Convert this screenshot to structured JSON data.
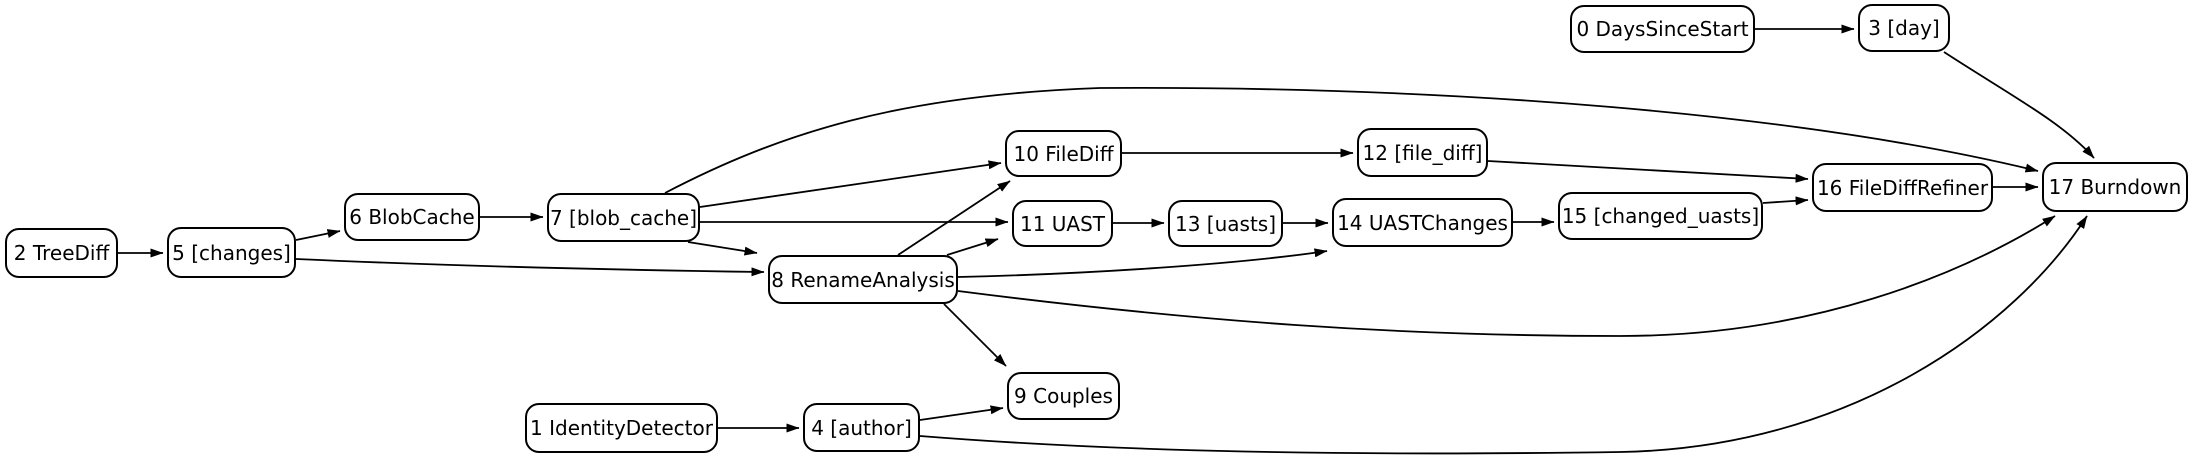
{
  "diagram": {
    "kind": "directed-graph",
    "background_color": "#ffffff",
    "node_fill_color": "#ffffff",
    "stroke_color": "#000000",
    "text_color": "#000000",
    "nodes": [
      {
        "id": "0",
        "label": "0 DaysSinceStart"
      },
      {
        "id": "1",
        "label": "1 IdentityDetector"
      },
      {
        "id": "2",
        "label": "2 TreeDiff"
      },
      {
        "id": "3",
        "label": "3 [day]"
      },
      {
        "id": "4",
        "label": "4 [author]"
      },
      {
        "id": "5",
        "label": "5 [changes]"
      },
      {
        "id": "6",
        "label": "6 BlobCache"
      },
      {
        "id": "7",
        "label": "7 [blob_cache]"
      },
      {
        "id": "8",
        "label": "8 RenameAnalysis"
      },
      {
        "id": "9",
        "label": "9 Couples"
      },
      {
        "id": "10",
        "label": "10 FileDiff"
      },
      {
        "id": "11",
        "label": "11 UAST"
      },
      {
        "id": "12",
        "label": "12 [file_diff]"
      },
      {
        "id": "13",
        "label": "13 [uasts]"
      },
      {
        "id": "14",
        "label": "14 UASTChanges"
      },
      {
        "id": "15",
        "label": "15 [changed_uasts]"
      },
      {
        "id": "16",
        "label": "16 FileDiffRefiner"
      },
      {
        "id": "17",
        "label": "17 Burndown"
      }
    ],
    "edges": [
      {
        "from": "0",
        "to": "3"
      },
      {
        "from": "3",
        "to": "17"
      },
      {
        "from": "2",
        "to": "5"
      },
      {
        "from": "5",
        "to": "6"
      },
      {
        "from": "5",
        "to": "8"
      },
      {
        "from": "6",
        "to": "7"
      },
      {
        "from": "7",
        "to": "10"
      },
      {
        "from": "7",
        "to": "11"
      },
      {
        "from": "7",
        "to": "8"
      },
      {
        "from": "7",
        "to": "17"
      },
      {
        "from": "8",
        "to": "10"
      },
      {
        "from": "8",
        "to": "11"
      },
      {
        "from": "8",
        "to": "14"
      },
      {
        "from": "8",
        "to": "9"
      },
      {
        "from": "8",
        "to": "17"
      },
      {
        "from": "10",
        "to": "12"
      },
      {
        "from": "11",
        "to": "13"
      },
      {
        "from": "13",
        "to": "14"
      },
      {
        "from": "14",
        "to": "15"
      },
      {
        "from": "15",
        "to": "16"
      },
      {
        "from": "12",
        "to": "16"
      },
      {
        "from": "16",
        "to": "17"
      },
      {
        "from": "1",
        "to": "4"
      },
      {
        "from": "4",
        "to": "9"
      },
      {
        "from": "4",
        "to": "17"
      }
    ]
  }
}
